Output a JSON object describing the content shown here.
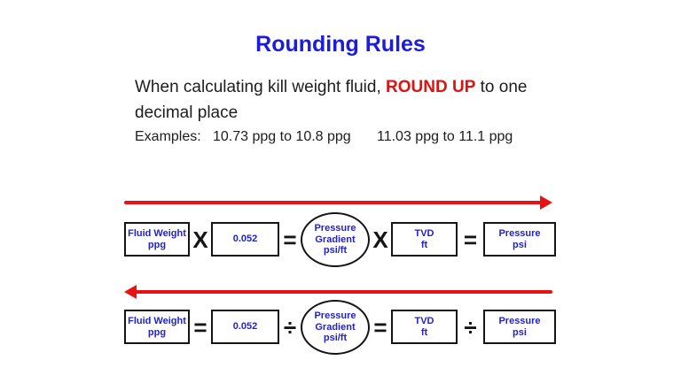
{
  "slide": {
    "title": "Rounding Rules",
    "body_text": {
      "prefix": "When calculating kill weight fluid, ",
      "emphasis": "ROUND UP",
      "suffix": " to one decimal place"
    },
    "examples": {
      "label": "Examples:",
      "example1": "10.73 ppg to 10.8 ppg",
      "example2": "11.03 ppg to 11.1 ppg"
    },
    "colors": {
      "title_blue": "#1c1ce0",
      "node_text_blue": "#2222cc",
      "emphasis_red": "#e01111",
      "arrow_red": "#e81212",
      "border_black": "#141414"
    },
    "diagram": {
      "multiply_row": {
        "arrow_direction": "right",
        "operators": [
          "X",
          "=",
          "X",
          "="
        ],
        "nodes": [
          {
            "shape": "rect",
            "lines": [
              "Fluid Weight",
              "ppg"
            ]
          },
          {
            "shape": "rect",
            "lines": [
              "0.052"
            ]
          },
          {
            "shape": "ellipse",
            "lines": [
              "Pressure",
              "Gradient",
              "psi/ft"
            ]
          },
          {
            "shape": "rect",
            "lines": [
              "TVD",
              "ft"
            ]
          },
          {
            "shape": "rect",
            "lines": [
              "Pressure",
              "psi"
            ]
          }
        ]
      },
      "divide_row": {
        "arrow_direction": "left",
        "operators": [
          "=",
          "÷",
          "=",
          "÷"
        ],
        "nodes": [
          {
            "shape": "rect",
            "lines": [
              "Fluid Weight",
              "ppg"
            ]
          },
          {
            "shape": "rect",
            "lines": [
              "0.052"
            ]
          },
          {
            "shape": "ellipse",
            "lines": [
              "Pressure",
              "Gradient",
              "psi/ft"
            ]
          },
          {
            "shape": "rect",
            "lines": [
              "TVD",
              "ft"
            ]
          },
          {
            "shape": "rect",
            "lines": [
              "Pressure",
              "psi"
            ]
          }
        ]
      }
    }
  }
}
